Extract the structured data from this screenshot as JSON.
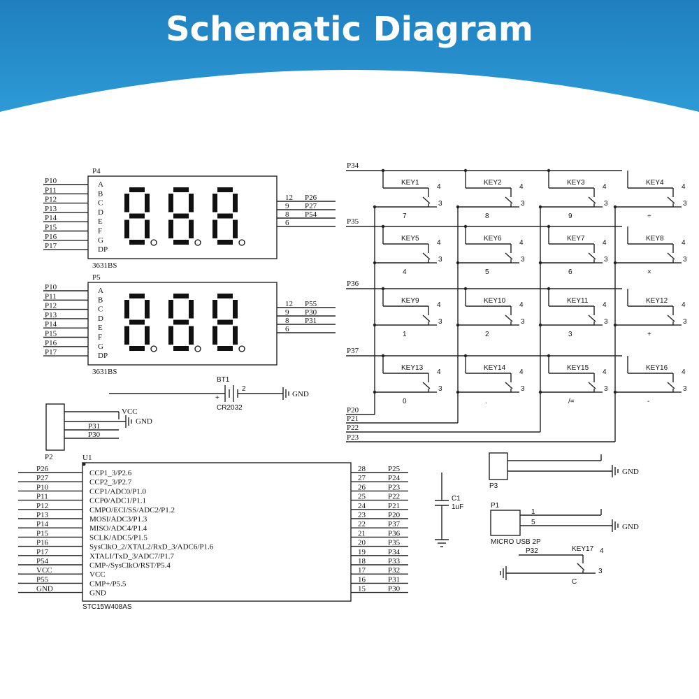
{
  "header": {
    "title": "Schematic Diagram"
  },
  "colors": {
    "banner_top": "#1f7fbf",
    "banner_bottom": "#2d9ad6",
    "line": "#222222"
  },
  "displays": [
    {
      "ref": "P4",
      "part": "3631BS",
      "left_pins": [
        "P10",
        "P11",
        "P12",
        "P13",
        "P14",
        "P15",
        "P16",
        "P17"
      ],
      "seg_letters": [
        "A",
        "B",
        "C",
        "D",
        "E",
        "F",
        "G",
        "DP"
      ],
      "right_nums": [
        "12",
        "9",
        "8",
        "6"
      ],
      "right_nets": [
        "P26",
        "P27",
        "P54",
        ""
      ]
    },
    {
      "ref": "P5",
      "part": "3631BS",
      "left_pins": [
        "P10",
        "P11",
        "P12",
        "P13",
        "P14",
        "P15",
        "P16",
        "P17"
      ],
      "seg_letters": [
        "A",
        "B",
        "C",
        "D",
        "E",
        "F",
        "G",
        "DP"
      ],
      "right_nums": [
        "12",
        "9",
        "8",
        "6"
      ],
      "right_nets": [
        "P55",
        "P30",
        "P31",
        ""
      ]
    }
  ],
  "battery": {
    "ref": "BT1",
    "part": "CR2032",
    "plus": "+",
    "pin2": "2",
    "gnd": "GND"
  },
  "p2": {
    "ref": "P2",
    "nets": [
      "VCC",
      "GND",
      "P31",
      "P30"
    ]
  },
  "u1": {
    "ref": "U1",
    "part": "STC15W408AS",
    "left_nets": [
      "P26",
      "P27",
      "P10",
      "P11",
      "P12",
      "P13",
      "P14",
      "P15",
      "P16",
      "P17",
      "P54",
      "VCC",
      "P55",
      "GND"
    ],
    "left_funcs": [
      "CCP1_3/P2.6",
      "CCP2_3/P2.7",
      "CCP1/ADC0/P1.0",
      "CCP0/ADC1/P1.1",
      "CMPO/ECI/SS/ADC2/P1.2",
      "MOSI/ADC3/P1.3",
      "MISO/ADC4/P1.4",
      "SCLK/ADC5/P1.5",
      "SysClkO_2/XTAL2/RxD_3/ADC6/P1.6",
      "XTALI/TxD_3/ADC7/P1.7",
      "CMP-/SysClkO/RST/P5.4",
      "VCC",
      "CMP+/P5.5",
      "GND"
    ],
    "right_nums": [
      "28",
      "27",
      "26",
      "25",
      "24",
      "23",
      "22",
      "21",
      "20",
      "19",
      "18",
      "17",
      "16",
      "15"
    ],
    "right_nets": [
      "P25",
      "P24",
      "P23",
      "P22",
      "P21",
      "P20",
      "P37",
      "P36",
      "P35",
      "P34",
      "P33",
      "P32",
      "P31",
      "P30"
    ]
  },
  "capacitor": {
    "ref": "C1",
    "value": "1uF"
  },
  "p3": {
    "ref": "P3",
    "gnd": "GND"
  },
  "p1": {
    "ref": "P1",
    "part": "MICRO USB 2P",
    "pin1": "1",
    "pin5": "5",
    "gnd": "GND"
  },
  "key17": {
    "ref": "KEY17",
    "net": "P32",
    "pin4": "4",
    "pin3": "3",
    "label": "C"
  },
  "keypad": {
    "row_nets": [
      "P34",
      "P35",
      "P36",
      "P37"
    ],
    "col_nets": [
      "P20",
      "P21",
      "P22",
      "P23"
    ],
    "keys": [
      {
        "ref": "KEY1",
        "label": "7"
      },
      {
        "ref": "KEY2",
        "label": "8"
      },
      {
        "ref": "KEY3",
        "label": "9"
      },
      {
        "ref": "KEY4",
        "label": "÷"
      },
      {
        "ref": "KEY5",
        "label": "4"
      },
      {
        "ref": "KEY6",
        "label": "5"
      },
      {
        "ref": "KEY7",
        "label": "6"
      },
      {
        "ref": "KEY8",
        "label": "×"
      },
      {
        "ref": "KEY9",
        "label": "1"
      },
      {
        "ref": "KEY10",
        "label": "2"
      },
      {
        "ref": "KEY11",
        "label": "3"
      },
      {
        "ref": "KEY12",
        "label": "+"
      },
      {
        "ref": "KEY13",
        "label": "0"
      },
      {
        "ref": "KEY14",
        "label": "."
      },
      {
        "ref": "KEY15",
        "label": "/="
      },
      {
        "ref": "KEY16",
        "label": "-"
      }
    ],
    "pin4": "4",
    "pin3": "3"
  }
}
